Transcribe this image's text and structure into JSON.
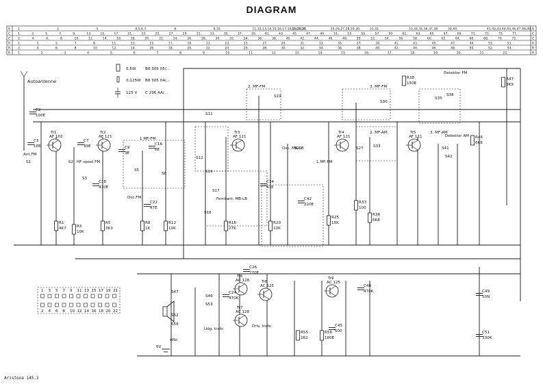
{
  "title": "DIAGRAM",
  "footer": "Aristona 145.2",
  "grid": {
    "row_letters": [
      "S",
      "C",
      "C",
      "R",
      "R",
      "R"
    ],
    "rows": [
      [
        "1.",
        "2.",
        "3.",
        "4,5,6,7.",
        "8.",
        "9,10.",
        "11,12,13,14,15,16,17,18,19,20,21.",
        "22,23,24.",
        "25,26,27,28,29,30.",
        "31,32.",
        "33,34,35,36,37,38.",
        "39,40.",
        "41,42,43,44,45,46,47,48,49."
      ],
      [
        "1.",
        "3.",
        "5.",
        "7.",
        "9.",
        "13.",
        "15.",
        "17.",
        "21.",
        "23.",
        "25.",
        "27.",
        "29.",
        "31.",
        "33.",
        "35.",
        "37.",
        "39.",
        "41.",
        "43.",
        "45.",
        "47.",
        "49.",
        "51.",
        "53.",
        "55.",
        "57.",
        "59.",
        "61.",
        "63.",
        "65.",
        "67.",
        "69.",
        "71.",
        "73.",
        "75.",
        "77."
      ],
      [
        "2.",
        "4.",
        "6.",
        "8.",
        "10.",
        "12.",
        "14.",
        "16.",
        "18.",
        "20.",
        "22.",
        "24.",
        "26.",
        "28.",
        "30.",
        "32.",
        "34.",
        "36.",
        "38.",
        "40.",
        "42.",
        "44.",
        "46.",
        "48.",
        "50.",
        "52.",
        "54.",
        "56.",
        "58.",
        "60.",
        "62.",
        "64.",
        "66.",
        "68.",
        "70.",
        "72."
      ],
      [
        "1.",
        "3.",
        "5.",
        "7.",
        "9.",
        "11.",
        "13.",
        "15.",
        "17.",
        "19.",
        "21.",
        "23.",
        "25.",
        "27.",
        "29.",
        "31.",
        "33.",
        "35.",
        "37.",
        "39.",
        "41.",
        "43.",
        "45.",
        "47.",
        "49.",
        "51.",
        "53."
      ],
      [
        "2.",
        "4.",
        "6.",
        "8.",
        "10.",
        "12.",
        "14.",
        "16.",
        "18.",
        "20.",
        "22.",
        "24.",
        "26.",
        "28.",
        "30.",
        "32.",
        "34.",
        "36.",
        "38.",
        "40.",
        "42.",
        "44.",
        "46.",
        "48.",
        "50.",
        "52.",
        "54."
      ],
      [
        "1.",
        "2.",
        "3.",
        "4.",
        "5.",
        "6.",
        "7.",
        "8.",
        "9.",
        "10.",
        "11.",
        "12.",
        "13.",
        "14.",
        "15.",
        "16.",
        "17.",
        "18.",
        "19.",
        "20.",
        "21.",
        "22."
      ]
    ]
  },
  "legend": {
    "items": [
      {
        "watt": "0,5W",
        "part": "B8 305 05/..."
      },
      {
        "watt": "0,125W",
        "part": "B8 305 04/..."
      },
      {
        "watt": "125 V",
        "part": "C 296 AA/..."
      }
    ]
  },
  "labels": {
    "antenna": "Autoantenne",
    "ant_fm": "Ant.FM",
    "hf_spoel": "HF-spoel FM",
    "osc_fm": "Osc.FM",
    "mf_fm_1": "1 MF-FM",
    "mf_fm_2": "2. MF-FM",
    "mf_fm_3": "3. MF-FM",
    "mf_am_2": "2. MF-AM",
    "mf_am_3": "3. MF-AM",
    "osc_mb_lb": "Osc. MB-LB",
    "mf_1_fm": "1.MF-FM",
    "ferrit": "Ferritant. MB-LB",
    "det_fm": "Detektor FM",
    "det_am": "Detektor AM",
    "udg_trafo": "Udg. trafo",
    "driv_trafo": "Driv. trafo",
    "afbr": "Afbr.",
    "voltage": "6V"
  },
  "transistors": [
    {
      "ref": "Tr1",
      "type": "AF 102"
    },
    {
      "ref": "Tr2",
      "type": "AF 121"
    },
    {
      "ref": "Tr3",
      "type": "AF 121"
    },
    {
      "ref": "Tr4",
      "type": "AF 121"
    },
    {
      "ref": "Tr5",
      "type": "AF 121"
    },
    {
      "ref": "Tr6",
      "type": "AC 128"
    },
    {
      "ref": "Tr7",
      "type": "AC 128"
    },
    {
      "ref": "Tr8",
      "type": "AC 125"
    },
    {
      "ref": "Tr9",
      "type": "AC 125"
    }
  ],
  "components": [
    {
      "ref": "C3",
      "value": "18E"
    },
    {
      "ref": "C2",
      "value": "100E"
    },
    {
      "ref": "C7",
      "value": "39E"
    },
    {
      "ref": "C9",
      "value": "3E"
    },
    {
      "ref": "C16",
      "value": "8E"
    },
    {
      "ref": "C18",
      "value": "470E"
    },
    {
      "ref": "C22",
      "value": "47E"
    },
    {
      "ref": "C34",
      "value": "47E"
    },
    {
      "ref": "C42",
      "value": "220E"
    },
    {
      "ref": "C48",
      "value": "470K"
    },
    {
      "ref": "C49",
      "value": "50N"
    },
    {
      "ref": "C51",
      "value": "330K"
    },
    {
      "ref": "C45",
      "value": "500"
    },
    {
      "ref": "C26",
      "value": "270E"
    },
    {
      "ref": "C24",
      "value": "470K"
    },
    {
      "ref": "R1",
      "value": "4K7"
    },
    {
      "ref": "R3",
      "value": "10K"
    },
    {
      "ref": "R5",
      "value": "3K3"
    },
    {
      "ref": "R8",
      "value": "1K"
    },
    {
      "ref": "R12",
      "value": "10K"
    },
    {
      "ref": "R16",
      "value": "27K"
    },
    {
      "ref": "R20",
      "value": "10K"
    },
    {
      "ref": "R25",
      "value": "15K"
    },
    {
      "ref": "R33",
      "value": "100"
    },
    {
      "ref": "R36",
      "value": "6K8"
    },
    {
      "ref": "R38",
      "value": "150E"
    },
    {
      "ref": "R46",
      "value": "6K8"
    },
    {
      "ref": "R47",
      "value": "3K9"
    },
    {
      "ref": "R55",
      "value": "2K2"
    },
    {
      "ref": "R56",
      "value": "180E"
    }
  ],
  "connector_pins": {
    "top": [
      "1",
      "3",
      "5",
      "7",
      "9",
      "11",
      "13",
      "15",
      "17",
      "19",
      "21"
    ],
    "bottom": [
      "2",
      "4",
      "6",
      "8",
      "10",
      "12",
      "14",
      "16",
      "18",
      "20",
      "22"
    ]
  },
  "switches": [
    "S1",
    "S2",
    "S3",
    "S5",
    "S8",
    "S11",
    "S12",
    "S16",
    "S17",
    "S18",
    "S19",
    "S21",
    "S27",
    "S30",
    "S33",
    "S35",
    "S38",
    "S41",
    "S42",
    "S46",
    "S47",
    "S52",
    "S53",
    "S58"
  ]
}
